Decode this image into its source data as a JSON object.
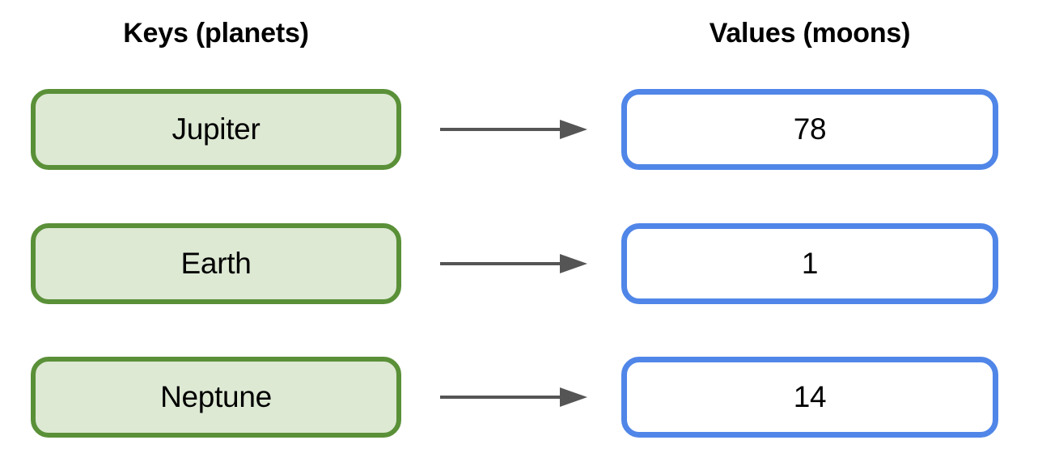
{
  "headers": {
    "keys": "Keys (planets)",
    "values": "Values (moons)"
  },
  "pairs": [
    {
      "key": "Jupiter",
      "value": "78",
      "arrow": "arrow-right-icon"
    },
    {
      "key": "Earth",
      "value": "1",
      "arrow": "arrow-right-icon"
    },
    {
      "key": "Neptune",
      "value": "14",
      "arrow": "arrow-right-icon"
    }
  ],
  "colors": {
    "key_border": "#5a9038",
    "key_fill": "#dde9d3",
    "value_border": "#5086e8",
    "value_fill": "#ffffff",
    "arrow": "#555555",
    "text": "#000000",
    "background": "#ffffff"
  }
}
